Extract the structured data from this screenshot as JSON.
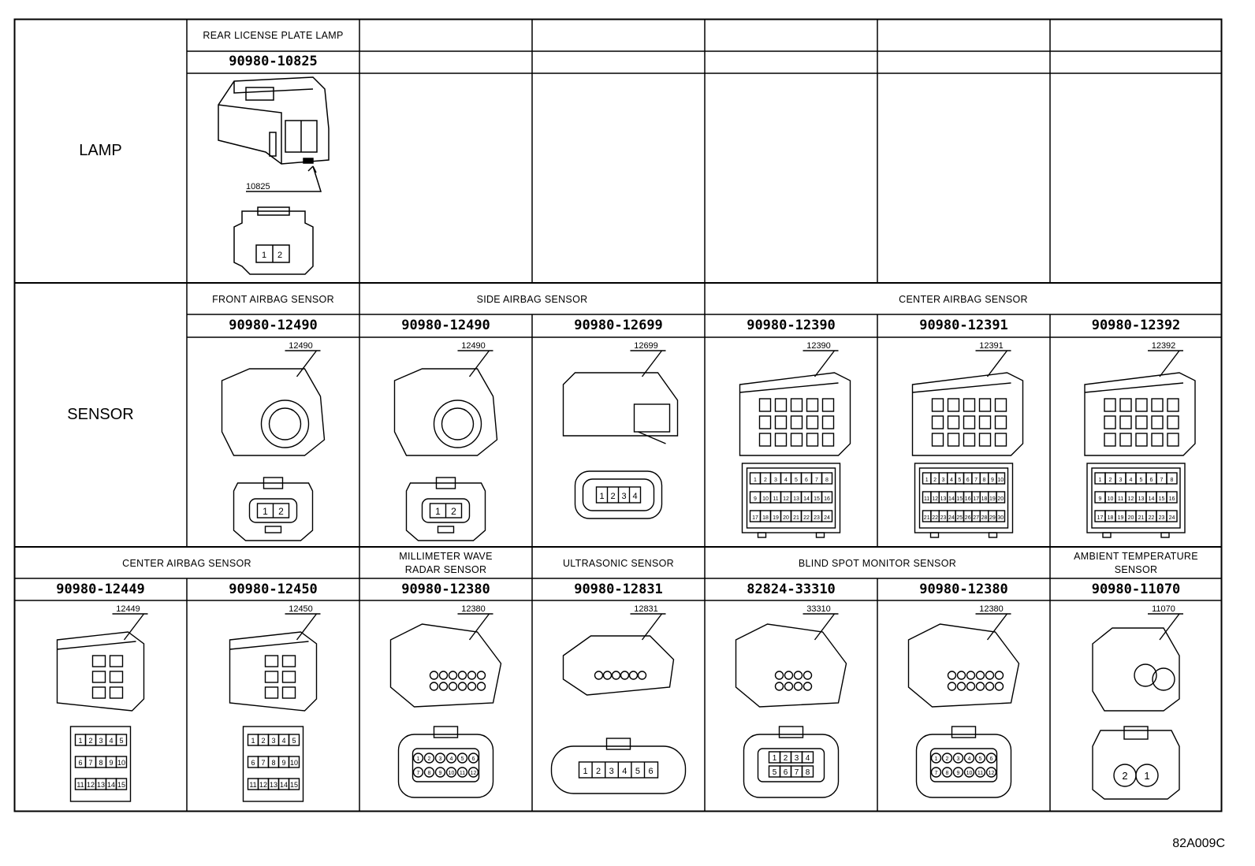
{
  "figure_code": "82A009C",
  "categories": {
    "lamp": "LAMP",
    "sensor": "SENSOR"
  },
  "lamp_row": [
    {
      "name": "REAR LICENSE PLATE LAMP",
      "part": "90980-10825",
      "code": "10825",
      "pins": [
        "1",
        "2"
      ]
    }
  ],
  "sensor_row": {
    "groups": [
      "FRONT AIRBAG SENSOR",
      "SIDE AIRBAG SENSOR",
      "CENTER AIRBAG SENSOR"
    ],
    "parts": [
      {
        "part": "90980-12490",
        "code": "12490",
        "pins": [
          "1",
          "2"
        ]
      },
      {
        "part": "90980-12490",
        "code": "12490",
        "pins": [
          "1",
          "2"
        ]
      },
      {
        "part": "90980-12699",
        "code": "12699",
        "pins": [
          "1",
          "2",
          "3",
          "4"
        ]
      },
      {
        "part": "90980-12390",
        "code": "12390",
        "pins": [
          "1",
          "2",
          "3",
          "4",
          "5",
          "6",
          "7",
          "8",
          "9",
          "10",
          "11",
          "12",
          "13",
          "14",
          "15",
          "16",
          "17",
          "18",
          "19",
          "20",
          "21",
          "22",
          "23",
          "24"
        ]
      },
      {
        "part": "90980-12391",
        "code": "12391",
        "pins": [
          "1",
          "2",
          "3",
          "4",
          "5",
          "6",
          "7",
          "8",
          "9",
          "10",
          "11",
          "12",
          "13",
          "14",
          "15",
          "16",
          "17",
          "18",
          "19",
          "20",
          "21",
          "22",
          "23",
          "24",
          "25",
          "26",
          "27",
          "28",
          "29",
          "30"
        ]
      },
      {
        "part": "90980-12392",
        "code": "12392",
        "pins": [
          "1",
          "2",
          "3",
          "4",
          "5",
          "6",
          "7",
          "8",
          "9",
          "10",
          "11",
          "12",
          "13",
          "14",
          "15",
          "16",
          "17",
          "18",
          "19",
          "20",
          "21",
          "22",
          "23",
          "24"
        ]
      }
    ]
  },
  "bottom_row": {
    "groups": [
      "CENTER AIRBAG SENSOR",
      "MILLIMETER WAVE",
      "RADAR SENSOR",
      "ULTRASONIC SENSOR",
      "BLIND SPOT MONITOR SENSOR",
      "AMBIENT TEMPERATURE",
      "SENSOR"
    ],
    "parts": [
      {
        "part": "90980-12449",
        "code": "12449",
        "pins": [
          "1",
          "2",
          "3",
          "4",
          "5",
          "6",
          "7",
          "8",
          "9",
          "10",
          "11",
          "12",
          "13",
          "14",
          "15"
        ]
      },
      {
        "part": "90980-12450",
        "code": "12450",
        "pins": [
          "1",
          "2",
          "3",
          "4",
          "5",
          "6",
          "7",
          "8",
          "9",
          "10",
          "11",
          "12",
          "13",
          "14",
          "15"
        ]
      },
      {
        "part": "90980-12380",
        "code": "12380",
        "pins": [
          "1",
          "2",
          "3",
          "4",
          "5",
          "6",
          "7",
          "8",
          "9",
          "10",
          "11",
          "12"
        ]
      },
      {
        "part": "90980-12831",
        "code": "12831",
        "pins": [
          "1",
          "2",
          "3",
          "4",
          "5",
          "6"
        ]
      },
      {
        "part": "82824-33310",
        "code": "33310",
        "pins": [
          "1",
          "2",
          "3",
          "4",
          "5",
          "6",
          "7",
          "8"
        ]
      },
      {
        "part": "90980-12380",
        "code": "12380",
        "pins": [
          "1",
          "2",
          "3",
          "4",
          "5",
          "6",
          "7",
          "8",
          "9",
          "10",
          "11",
          "12"
        ]
      },
      {
        "part": "90980-11070",
        "code": "11070",
        "pins": [
          "2",
          "1"
        ]
      }
    ]
  }
}
